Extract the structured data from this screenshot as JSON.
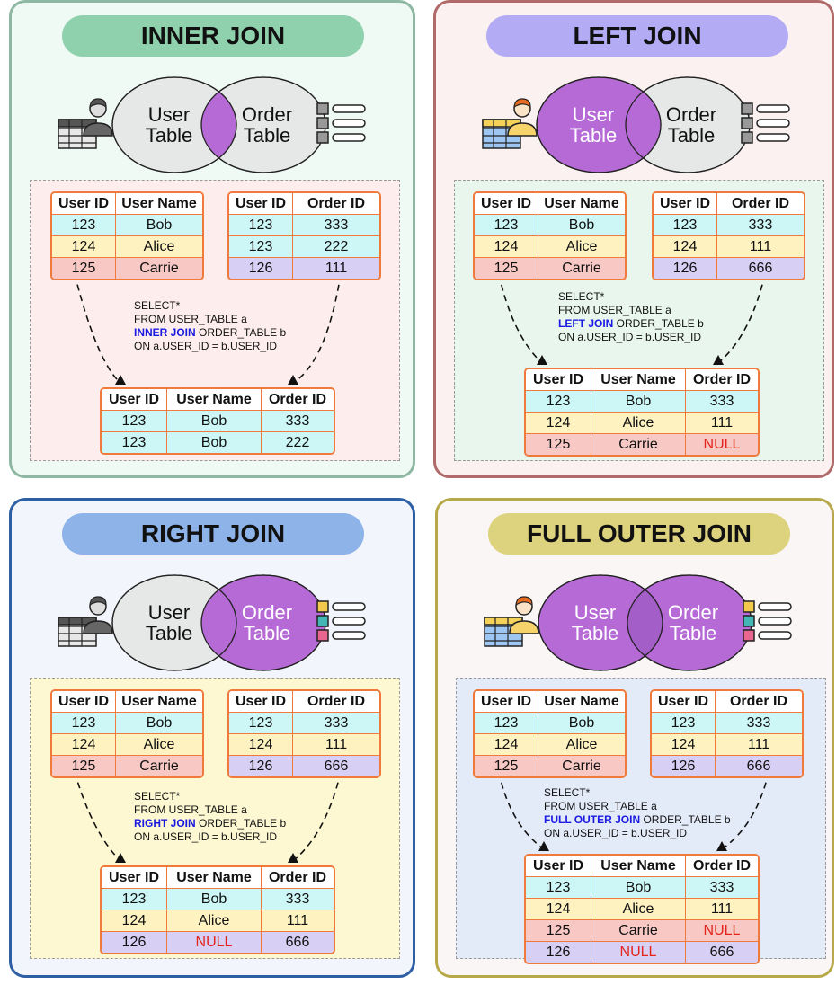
{
  "colors": {
    "inner_border": "#8fb8a3",
    "inner_bg": "#f0faf4",
    "inner_title": "#8fd1ac",
    "inner_area": "#fdeeed",
    "left_border": "#b06a6a",
    "left_bg": "#fbf1f1",
    "left_title": "#b3acf5",
    "left_area": "#e8f6ee",
    "right_border": "#2e5fa4",
    "right_bg": "#f2f5fb",
    "right_title": "#8db3e8",
    "right_area": "#fdf8d2",
    "full_border": "#b7a94a",
    "full_bg": "#faf6f6",
    "full_title": "#ddd27e",
    "full_area": "#e3eaf8",
    "circle_fill": "#e5e8e6",
    "highlight": "#b66ad6",
    "null": "#e3231c",
    "keyword": "#1a1ae0"
  },
  "icons": [
    "user-table-icon",
    "order-list-icon",
    "arrow-down-icon"
  ],
  "panels": [
    {
      "key": "inner",
      "title": "INNER JOIN",
      "user_label_1": "User",
      "user_label_2": "Table",
      "order_label_1": "Order",
      "order_label_2": "Table",
      "user_table": {
        "headers": [
          "User ID",
          "User Name"
        ],
        "rows": [
          [
            "123",
            "Bob"
          ],
          [
            "124",
            "Alice"
          ],
          [
            "125",
            "Carrie"
          ]
        ]
      },
      "order_table": {
        "headers": [
          "User ID",
          "Order ID"
        ],
        "rows": [
          [
            "123",
            "333"
          ],
          [
            "123",
            "222"
          ],
          [
            "126",
            "111"
          ]
        ]
      },
      "sql": {
        "line1": "SELECT*",
        "line2": "FROM USER_TABLE a",
        "keyword": "INNER JOIN",
        "line3_rest": " ORDER_TABLE b",
        "line4": "ON a.USER_ID = b.USER_ID"
      },
      "result_table": {
        "headers": [
          "User ID",
          "User Name",
          "Order ID"
        ],
        "rows": [
          [
            "123",
            "Bob",
            "333"
          ],
          [
            "123",
            "Bob",
            "222"
          ]
        ]
      }
    },
    {
      "key": "left",
      "title": "LEFT JOIN",
      "user_label_1": "User",
      "user_label_2": "Table",
      "order_label_1": "Order",
      "order_label_2": "Table",
      "user_table": {
        "headers": [
          "User ID",
          "User Name"
        ],
        "rows": [
          [
            "123",
            "Bob"
          ],
          [
            "124",
            "Alice"
          ],
          [
            "125",
            "Carrie"
          ]
        ]
      },
      "order_table": {
        "headers": [
          "User ID",
          "Order ID"
        ],
        "rows": [
          [
            "123",
            "333"
          ],
          [
            "124",
            "111"
          ],
          [
            "126",
            "666"
          ]
        ]
      },
      "sql": {
        "line1": "SELECT*",
        "line2": "FROM USER_TABLE a",
        "keyword": "LEFT JOIN",
        "line3_rest": " ORDER_TABLE b",
        "line4": "ON a.USER_ID = b.USER_ID"
      },
      "result_table": {
        "headers": [
          "User ID",
          "User Name",
          "Order ID"
        ],
        "rows": [
          [
            "123",
            "Bob",
            "333"
          ],
          [
            "124",
            "Alice",
            "111"
          ],
          [
            "125",
            "Carrie",
            "NULL"
          ]
        ]
      }
    },
    {
      "key": "right",
      "title": "RIGHT JOIN",
      "user_label_1": "User",
      "user_label_2": "Table",
      "order_label_1": "Order",
      "order_label_2": "Table",
      "user_table": {
        "headers": [
          "User ID",
          "User Name"
        ],
        "rows": [
          [
            "123",
            "Bob"
          ],
          [
            "124",
            "Alice"
          ],
          [
            "125",
            "Carrie"
          ]
        ]
      },
      "order_table": {
        "headers": [
          "User ID",
          "Order ID"
        ],
        "rows": [
          [
            "123",
            "333"
          ],
          [
            "124",
            "111"
          ],
          [
            "126",
            "666"
          ]
        ]
      },
      "sql": {
        "line1": "SELECT*",
        "line2": "FROM USER_TABLE a",
        "keyword": "RIGHT JOIN",
        "line3_rest": " ORDER_TABLE b",
        "line4": "ON a.USER_ID = b.USER_ID"
      },
      "result_table": {
        "headers": [
          "User ID",
          "User Name",
          "Order ID"
        ],
        "rows": [
          [
            "123",
            "Bob",
            "333"
          ],
          [
            "124",
            "Alice",
            "111"
          ],
          [
            "126",
            "NULL",
            "666"
          ]
        ]
      }
    },
    {
      "key": "full",
      "title": "FULL OUTER JOIN",
      "user_label_1": "User",
      "user_label_2": "Table",
      "order_label_1": "Order",
      "order_label_2": "Table",
      "user_table": {
        "headers": [
          "User ID",
          "User Name"
        ],
        "rows": [
          [
            "123",
            "Bob"
          ],
          [
            "124",
            "Alice"
          ],
          [
            "125",
            "Carrie"
          ]
        ]
      },
      "order_table": {
        "headers": [
          "User ID",
          "Order ID"
        ],
        "rows": [
          [
            "123",
            "333"
          ],
          [
            "124",
            "111"
          ],
          [
            "126",
            "666"
          ]
        ]
      },
      "sql": {
        "line1": "SELECT*",
        "line2": "FROM USER_TABLE a",
        "keyword": "FULL OUTER JOIN",
        "line3_rest": " ORDER_TABLE b",
        "line4": "ON a.USER_ID = b.USER_ID"
      },
      "result_table": {
        "headers": [
          "User ID",
          "User Name",
          "Order ID"
        ],
        "rows": [
          [
            "123",
            "Bob",
            "333"
          ],
          [
            "124",
            "Alice",
            "111"
          ],
          [
            "125",
            "Carrie",
            "NULL"
          ],
          [
            "126",
            "NULL",
            "666"
          ]
        ]
      }
    }
  ]
}
